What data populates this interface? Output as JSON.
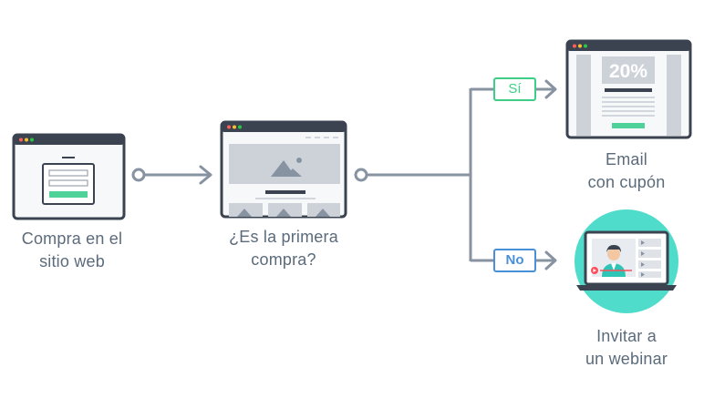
{
  "nodes": {
    "purchase": {
      "lines": [
        "Compra en el",
        "sitio web"
      ]
    },
    "decision": {
      "lines": [
        "¿Es la primera",
        "compra?"
      ]
    },
    "coupon": {
      "lines": [
        "Email",
        "con cupón"
      ],
      "badge": "20%"
    },
    "webinar": {
      "lines": [
        "Invitar a",
        "un webinar"
      ]
    }
  },
  "branches": {
    "yes": {
      "label": "Sí",
      "color": "#3dcf86"
    },
    "no": {
      "label": "No",
      "color": "#4a90d9"
    }
  },
  "colors": {
    "window_border": "#3b4350",
    "connector": "#8893a2",
    "placeholder": "#cdd2d9",
    "accent_green": "#4fd19a",
    "teal_circle": "#4fdccb",
    "dots": [
      "#ff5f57",
      "#ffbd2e",
      "#28c840"
    ]
  },
  "icons": [
    "form-window-icon",
    "landing-page-window-icon",
    "coupon-email-window-icon",
    "webinar-laptop-icon"
  ]
}
